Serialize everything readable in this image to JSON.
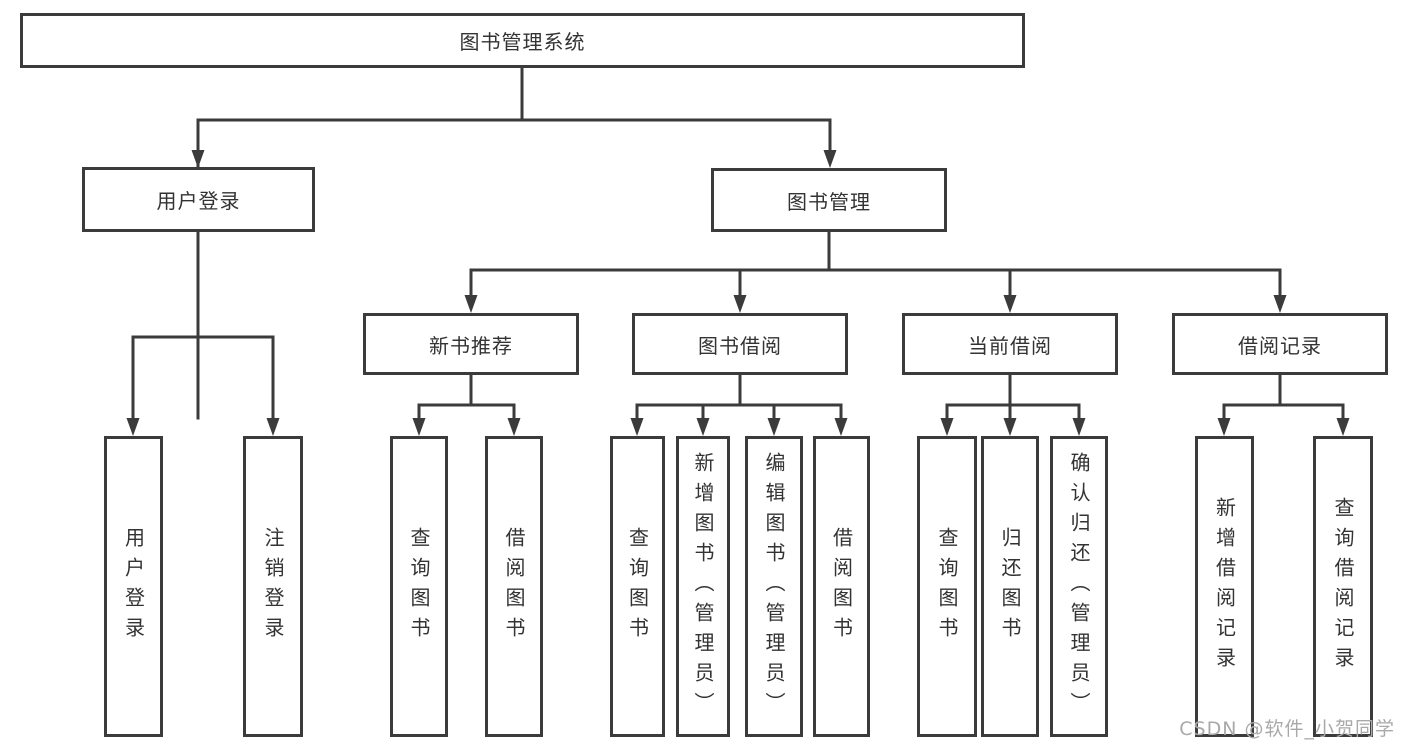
{
  "colors": {
    "line": "#3b3b3b",
    "text": "#333333",
    "background": "#ffffff",
    "watermark": "#a9a9a9"
  },
  "watermark": {
    "text": "CSDN @软件_小贺同学"
  },
  "diagram": {
    "type": "hierarchy-tree",
    "root": {
      "label": "图书管理系统",
      "children": [
        {
          "label": "用户登录",
          "children": [
            {
              "label": "用户登录"
            },
            {
              "label": "注销登录"
            }
          ]
        },
        {
          "label": "图书管理",
          "children": [
            {
              "label": "新书推荐",
              "children": [
                {
                  "label": "查询图书"
                },
                {
                  "label": "借阅图书"
                }
              ]
            },
            {
              "label": "图书借阅",
              "children": [
                {
                  "label": "查询图书"
                },
                {
                  "label": "新增图书（管理员）"
                },
                {
                  "label": "编辑图书（管理员）"
                },
                {
                  "label": "借阅图书"
                }
              ]
            },
            {
              "label": "当前借阅",
              "children": [
                {
                  "label": "查询图书"
                },
                {
                  "label": "归还图书"
                },
                {
                  "label": "确认归还（管理员）"
                }
              ]
            },
            {
              "label": "借阅记录",
              "children": [
                {
                  "label": "新增借阅记录"
                },
                {
                  "label": "查询借阅记录"
                }
              ]
            }
          ]
        }
      ]
    }
  }
}
